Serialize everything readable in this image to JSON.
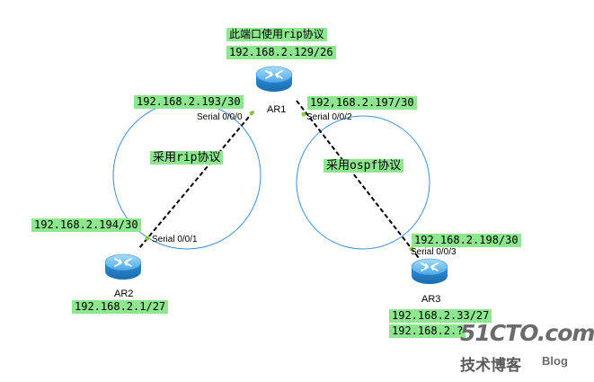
{
  "routers": {
    "ar1": {
      "name": "AR1",
      "loopback_note": "此端口使用rip协议",
      "lan_ip": "192.168.2.129/26"
    },
    "ar2": {
      "name": "AR2",
      "lan_ip": "192.168.2.1/27"
    },
    "ar3": {
      "name": "AR3",
      "lan_ip_1": "192.168.2.33/27",
      "lan_ip_2": "192.168.2.?"
    }
  },
  "links": {
    "ar1_ar2": {
      "ar1_ip": "192.168.2.193/30",
      "ar1_port": "Serial 0/0/0",
      "ar2_ip": "192.168.2.194/30",
      "ar2_port": "Serial 0/0/1",
      "protocol": "采用rip协议"
    },
    "ar1_ar3": {
      "ar1_ip": "192,168.2.197/30",
      "ar1_port": "Serial 0/0/2",
      "ar3_ip": "192.168.2.198/30",
      "ar3_port": "Serial 0/0/3",
      "protocol": "采用ospf协议"
    }
  },
  "watermark": {
    "site": "51CTO.com",
    "slogan": "技术博客",
    "blog": "Blog"
  },
  "colors": {
    "label_bg": "#8ee68e",
    "circle": "#3a8fd9",
    "router": "#3d9be0",
    "port_dot": "#8cc63f"
  },
  "icons": {
    "router": "router-icon"
  }
}
